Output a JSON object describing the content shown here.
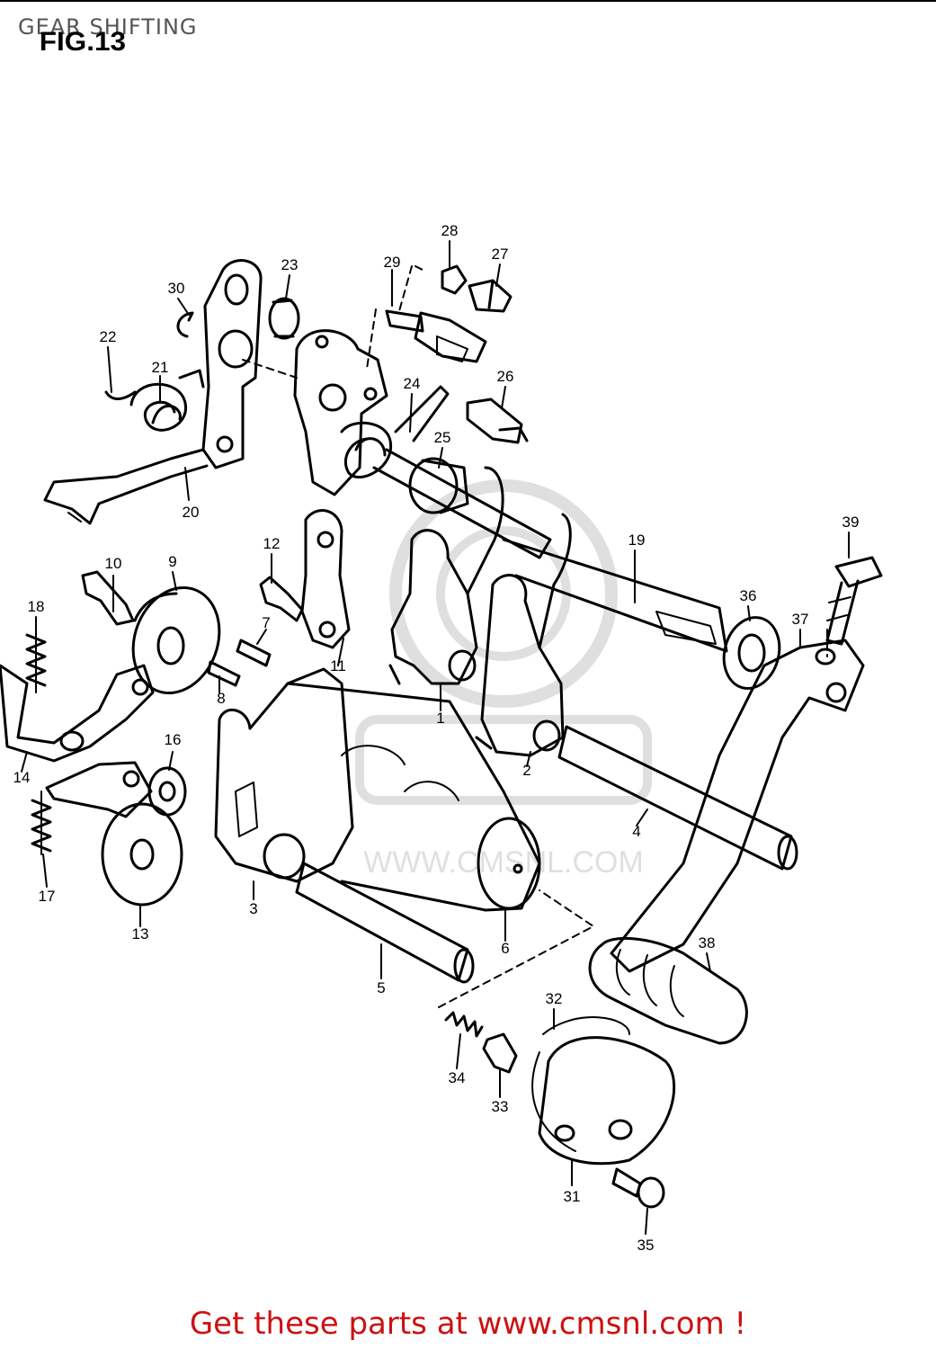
{
  "page": {
    "title": "GEAR SHIFTING",
    "figure_label": "FIG.13",
    "watermark_text": "WWW.CMSNL.COM",
    "footer_link": "Get these parts at www.cmsnl.com !"
  },
  "callouts": {
    "c1": "1",
    "c2": "2",
    "c3": "3",
    "c4": "4",
    "c5": "5",
    "c6": "6",
    "c7": "7",
    "c8": "8",
    "c9": "9",
    "c10": "10",
    "c11": "11",
    "c12": "12",
    "c13": "13",
    "c14": "14",
    "c16": "16",
    "c17": "17",
    "c18": "18",
    "c19": "19",
    "c20": "20",
    "c21": "21",
    "c22": "22",
    "c23": "23",
    "c24": "24",
    "c25": "25",
    "c26": "26",
    "c27": "27",
    "c28": "28",
    "c29": "29",
    "c30": "30",
    "c31": "31",
    "c32": "32",
    "c33": "33",
    "c34": "34",
    "c35": "35",
    "c36": "36",
    "c37": "37",
    "c38": "38",
    "c39": "39"
  }
}
